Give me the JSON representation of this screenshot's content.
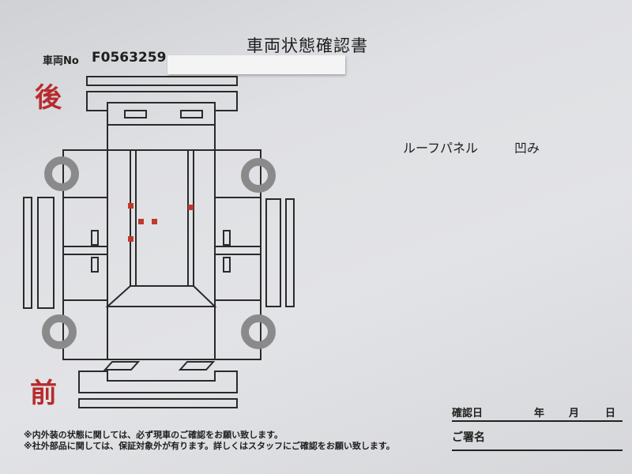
{
  "document": {
    "title": "車両状態確認書",
    "vehicle_no_label": "車両No",
    "vehicle_no_value": "F0563259",
    "rear_label": "後",
    "front_label": "前",
    "damage": {
      "part": "ルーフパネル",
      "type": "凹み"
    },
    "notes": [
      "※内外装の状態に関しては、必ず現車のご確認をお願い致します。",
      "※社外部品に関しては、保証対象外が有ります。詳しくはスタッフにご確認をお願い致します。"
    ],
    "confirm_date": {
      "label": "確認日",
      "year": "年",
      "month": "月",
      "day": "日"
    },
    "signature_label": "ご署名"
  },
  "colors": {
    "mark": "#c0392b",
    "ink": "#2a2a2a",
    "wheel": "#8a8a8a"
  }
}
